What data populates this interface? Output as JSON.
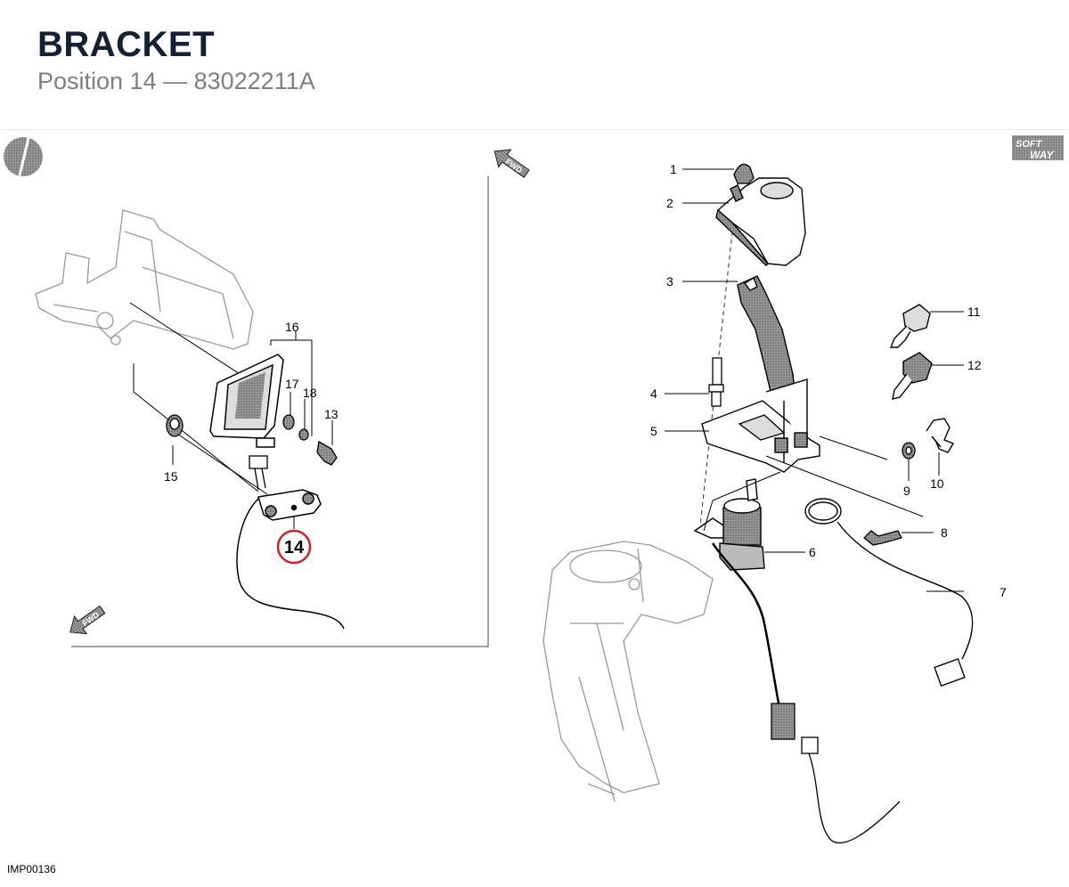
{
  "header": {
    "title": "BRACKET",
    "subtitle": "Position 14 — 83022211A"
  },
  "diagram": {
    "fwd_label": "FWD",
    "logo_text_top": "SOFT",
    "logo_text_bottom": "WAY",
    "highlight_color": "#d0202a",
    "left_view_callouts": {
      "c16": "16",
      "c17": "17",
      "c18": "18",
      "c13": "13",
      "c15": "15",
      "c14": "14"
    },
    "right_view_callouts": {
      "c1": "1",
      "c2": "2",
      "c3": "3",
      "c4": "4",
      "c5": "5",
      "c6": "6",
      "c7": "7",
      "c8": "8",
      "c9": "9",
      "c10": "10",
      "c11": "11",
      "c12": "12"
    }
  },
  "footer": {
    "image_code": "IMP00136"
  }
}
